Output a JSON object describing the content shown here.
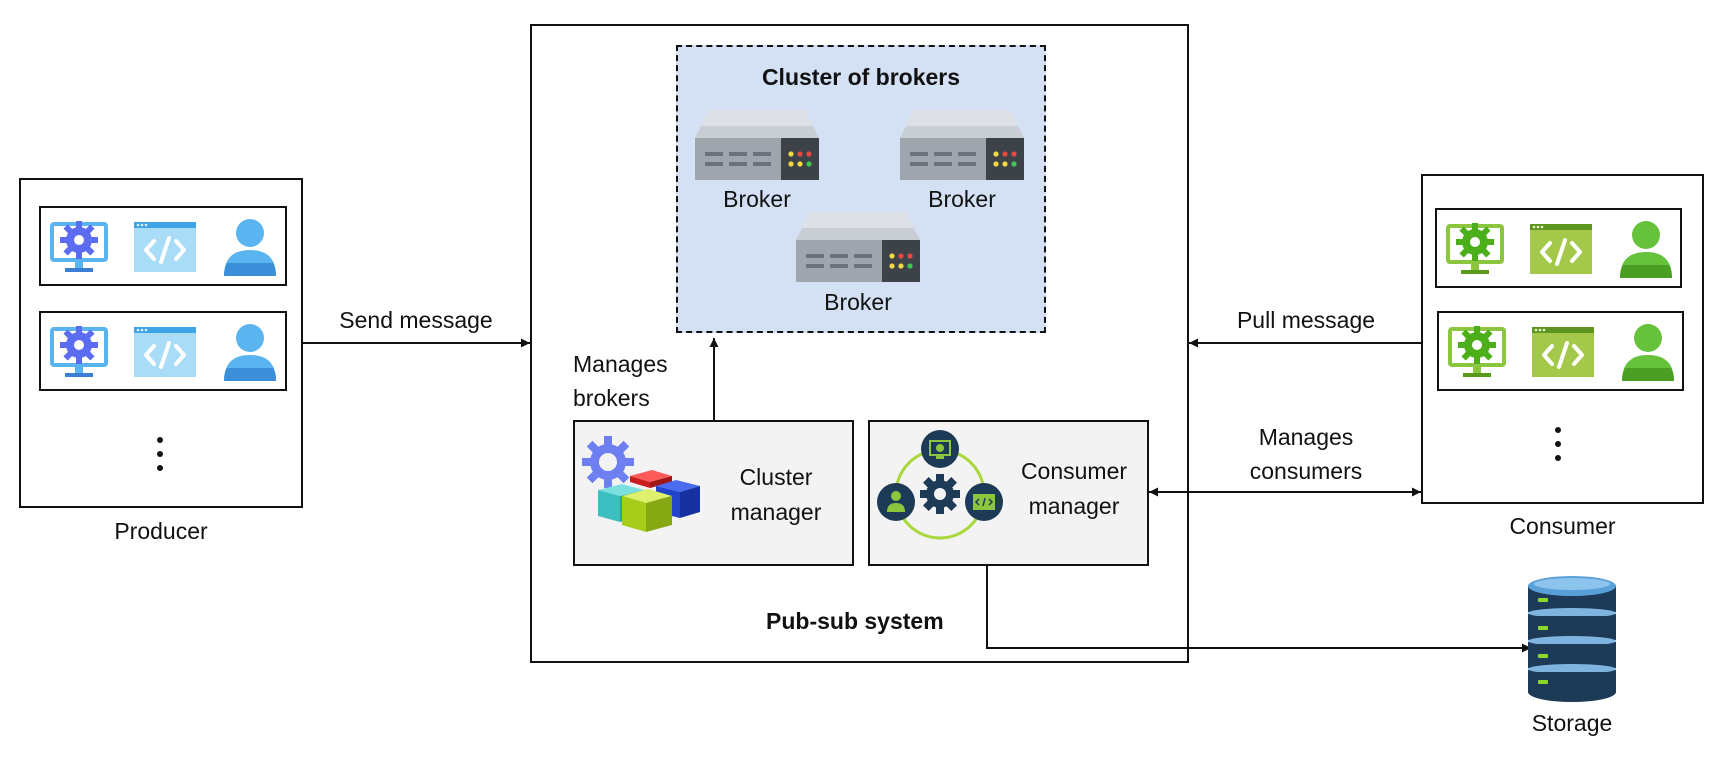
{
  "producer": {
    "label": "Producer"
  },
  "consumer": {
    "label": "Consumer"
  },
  "pubsub": {
    "label": "Pub-sub system"
  },
  "cluster": {
    "title": "Cluster of brokers",
    "brokers": [
      "Broker",
      "Broker",
      "Broker"
    ]
  },
  "cluster_manager": {
    "line1": "Cluster",
    "line2": "manager"
  },
  "consumer_manager": {
    "line1": "Consumer",
    "line2": "manager"
  },
  "storage": {
    "label": "Storage"
  },
  "edges": {
    "send_message": "Send message",
    "pull_message": "Pull message",
    "manages_brokers_1": "Manages",
    "manages_brokers_2": "brokers",
    "manages_consumers_1": "Manages",
    "manages_consumers_2": "consumers"
  },
  "colors": {
    "producer_accent": "#5b6cf0",
    "producer_light": "#5ab4f0",
    "consumer_accent": "#4caf1a",
    "consumer_light": "#8cc63f",
    "cluster_fill": "#d4e1f5",
    "storage": "#1d3a57"
  }
}
